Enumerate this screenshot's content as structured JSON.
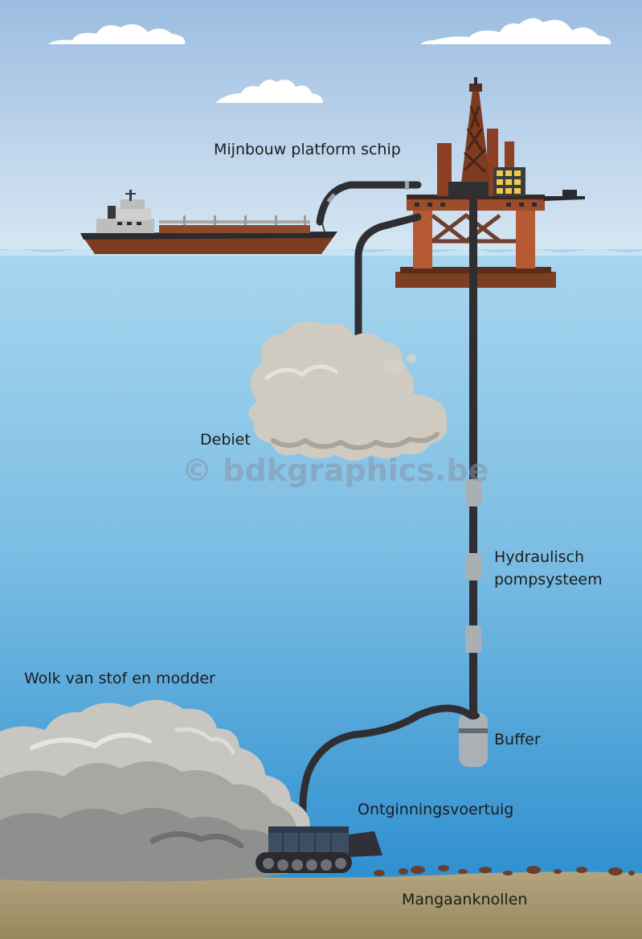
{
  "labels": {
    "platform_ship": "Mijnbouw platform schip",
    "discharge": "Debiet",
    "hydraulic_line1": "Hydraulisch",
    "hydraulic_line2": "pompsysteem",
    "dust_cloud": "Wolk van stof en modder",
    "buffer": "Buffer",
    "vehicle": "Ontginningsvoertuig",
    "nodules": "Mangaanknollen"
  },
  "watermark": "© bdkgraphics.be",
  "colors": {
    "sky_top": "#9cbde0",
    "sky_bottom": "#d6e6f3",
    "sea_top": "#a9d6ee",
    "sea_bottom": "#2e8fcf",
    "seabed": "#a69670",
    "rust": "#7c3f24",
    "pipe": "#2f2f33",
    "hull_dark": "#2a2b2e",
    "cloud_light": "#d3d0c8",
    "cloud_dark": "#8f8f8d",
    "window_yellow": "#f1c84c"
  }
}
